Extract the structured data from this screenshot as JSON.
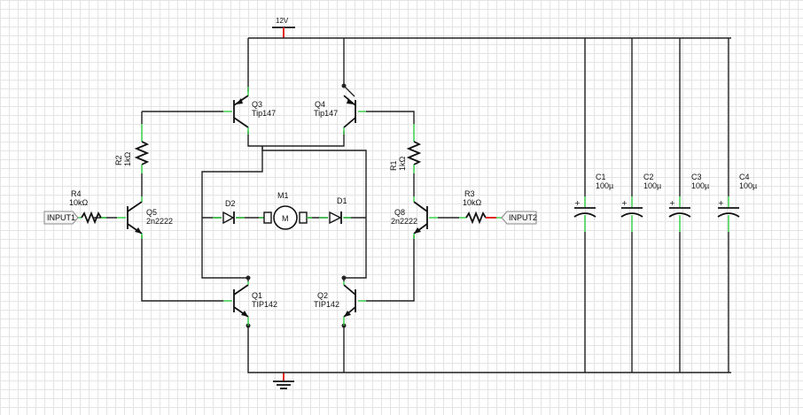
{
  "supply": {
    "label": "12V"
  },
  "inputs": {
    "input1": "INPUT1",
    "input2": "INPUT2"
  },
  "transistors": {
    "q1": {
      "name": "Q1",
      "part": "TIP142"
    },
    "q2": {
      "name": "Q2",
      "part": "TIP142"
    },
    "q3": {
      "name": "Q3",
      "part": "Tip147"
    },
    "q4": {
      "name": "Q4",
      "part": "Tip147"
    },
    "q5": {
      "name": "Q5",
      "part": "2n2222"
    },
    "q8": {
      "name": "Q8",
      "part": "2n2222"
    }
  },
  "resistors": {
    "r1": {
      "name": "R1",
      "value": "1kΩ"
    },
    "r2": {
      "name": "R2",
      "value": "1kΩ"
    },
    "r3": {
      "name": "R3",
      "value": "10kΩ"
    },
    "r4": {
      "name": "R4",
      "value": "10kΩ"
    }
  },
  "diodes": {
    "d1": "D1",
    "d2": "D2"
  },
  "motor": {
    "name": "M1",
    "symbol": "M"
  },
  "capacitors": [
    {
      "name": "C1",
      "value": "100µ"
    },
    {
      "name": "C2",
      "value": "100µ"
    },
    {
      "name": "C3",
      "value": "100µ"
    },
    {
      "name": "C4",
      "value": "100µ"
    }
  ],
  "symbols": {
    "plus": "+"
  },
  "colors": {
    "wire": "#222222",
    "pin": "#2ecc40",
    "power": "#e0281e",
    "grid": "#e4e4e4"
  }
}
